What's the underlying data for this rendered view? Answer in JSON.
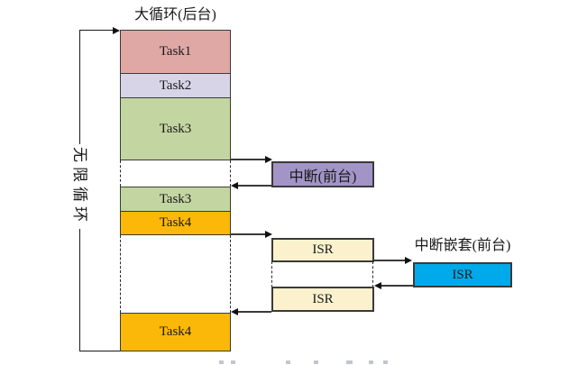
{
  "background": {
    "title": "大循环(后台)",
    "loop_label": "无限循环",
    "tasks": [
      {
        "label": "Task1",
        "color": "#dfa8a4"
      },
      {
        "label": "Task2",
        "color": "#d8d4e8"
      },
      {
        "label": "Task3",
        "color": "#c3d5a1"
      },
      {
        "label": "Task3",
        "color": "#c3d5a1"
      },
      {
        "label": "Task4",
        "color": "#fcb808"
      },
      {
        "label": "Task4",
        "color": "#fcb808"
      }
    ]
  },
  "foreground": {
    "interrupt": {
      "label": "中断(前台)",
      "color": "#a294c6"
    },
    "isr_top": {
      "label": "ISR",
      "color": "#fbf1cd"
    },
    "isr_bottom": {
      "label": "ISR",
      "color": "#fbf1cd"
    },
    "nested": {
      "title": "中断嵌套(前台)",
      "label": "ISR",
      "color": "#00a9e9"
    }
  },
  "colors": {
    "loop_line": "#1a1a1a",
    "connector_line": "#3a3a3a",
    "box_border": "#3a3a3a"
  }
}
